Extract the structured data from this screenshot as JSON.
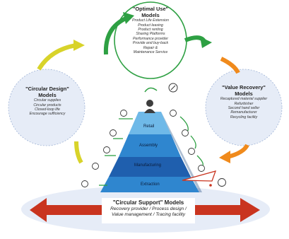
{
  "optimal_use": {
    "title_1": "\"Optimal Use\"",
    "title_2": "Models",
    "items": [
      "Product Life Extension",
      "Product leasing",
      "Product renting",
      "Sharing Platforms",
      "Performance provider",
      "Provide and buy-back",
      "Repair &",
      "Maintenance Service"
    ]
  },
  "circular_design": {
    "title_1": "\"Circular Design\"",
    "title_2": "Models",
    "items": [
      "Circular supplies",
      "Circular products",
      "Closed-loop life",
      "Encourage sufficiency"
    ]
  },
  "value_recovery": {
    "title_1": "\"Value Recovery\"",
    "title_2": "Models",
    "items": [
      "Recaptured material supplier",
      "Refurbisher",
      "Second hand seller",
      "Remanufacturer",
      "Recycling facility"
    ]
  },
  "circular_support": {
    "title": "\"Circular Support\" Models",
    "line_1": "Recovery provider / Process design /",
    "line_2": "Value management / Tracing facility"
  },
  "pyramid_levels": [
    "Retail",
    "Assembly",
    "Manufacturing",
    "Extraction"
  ],
  "colors": {
    "outer_ellipse": "#e6ecf7",
    "green": "#2ea043",
    "orange": "#f08a1c",
    "yellow": "#d8d32a",
    "red": "#c9341f",
    "blue_dark": "#1f5fae",
    "blue_mid": "#2f86cf",
    "blue_light": "#6fb9e8"
  }
}
